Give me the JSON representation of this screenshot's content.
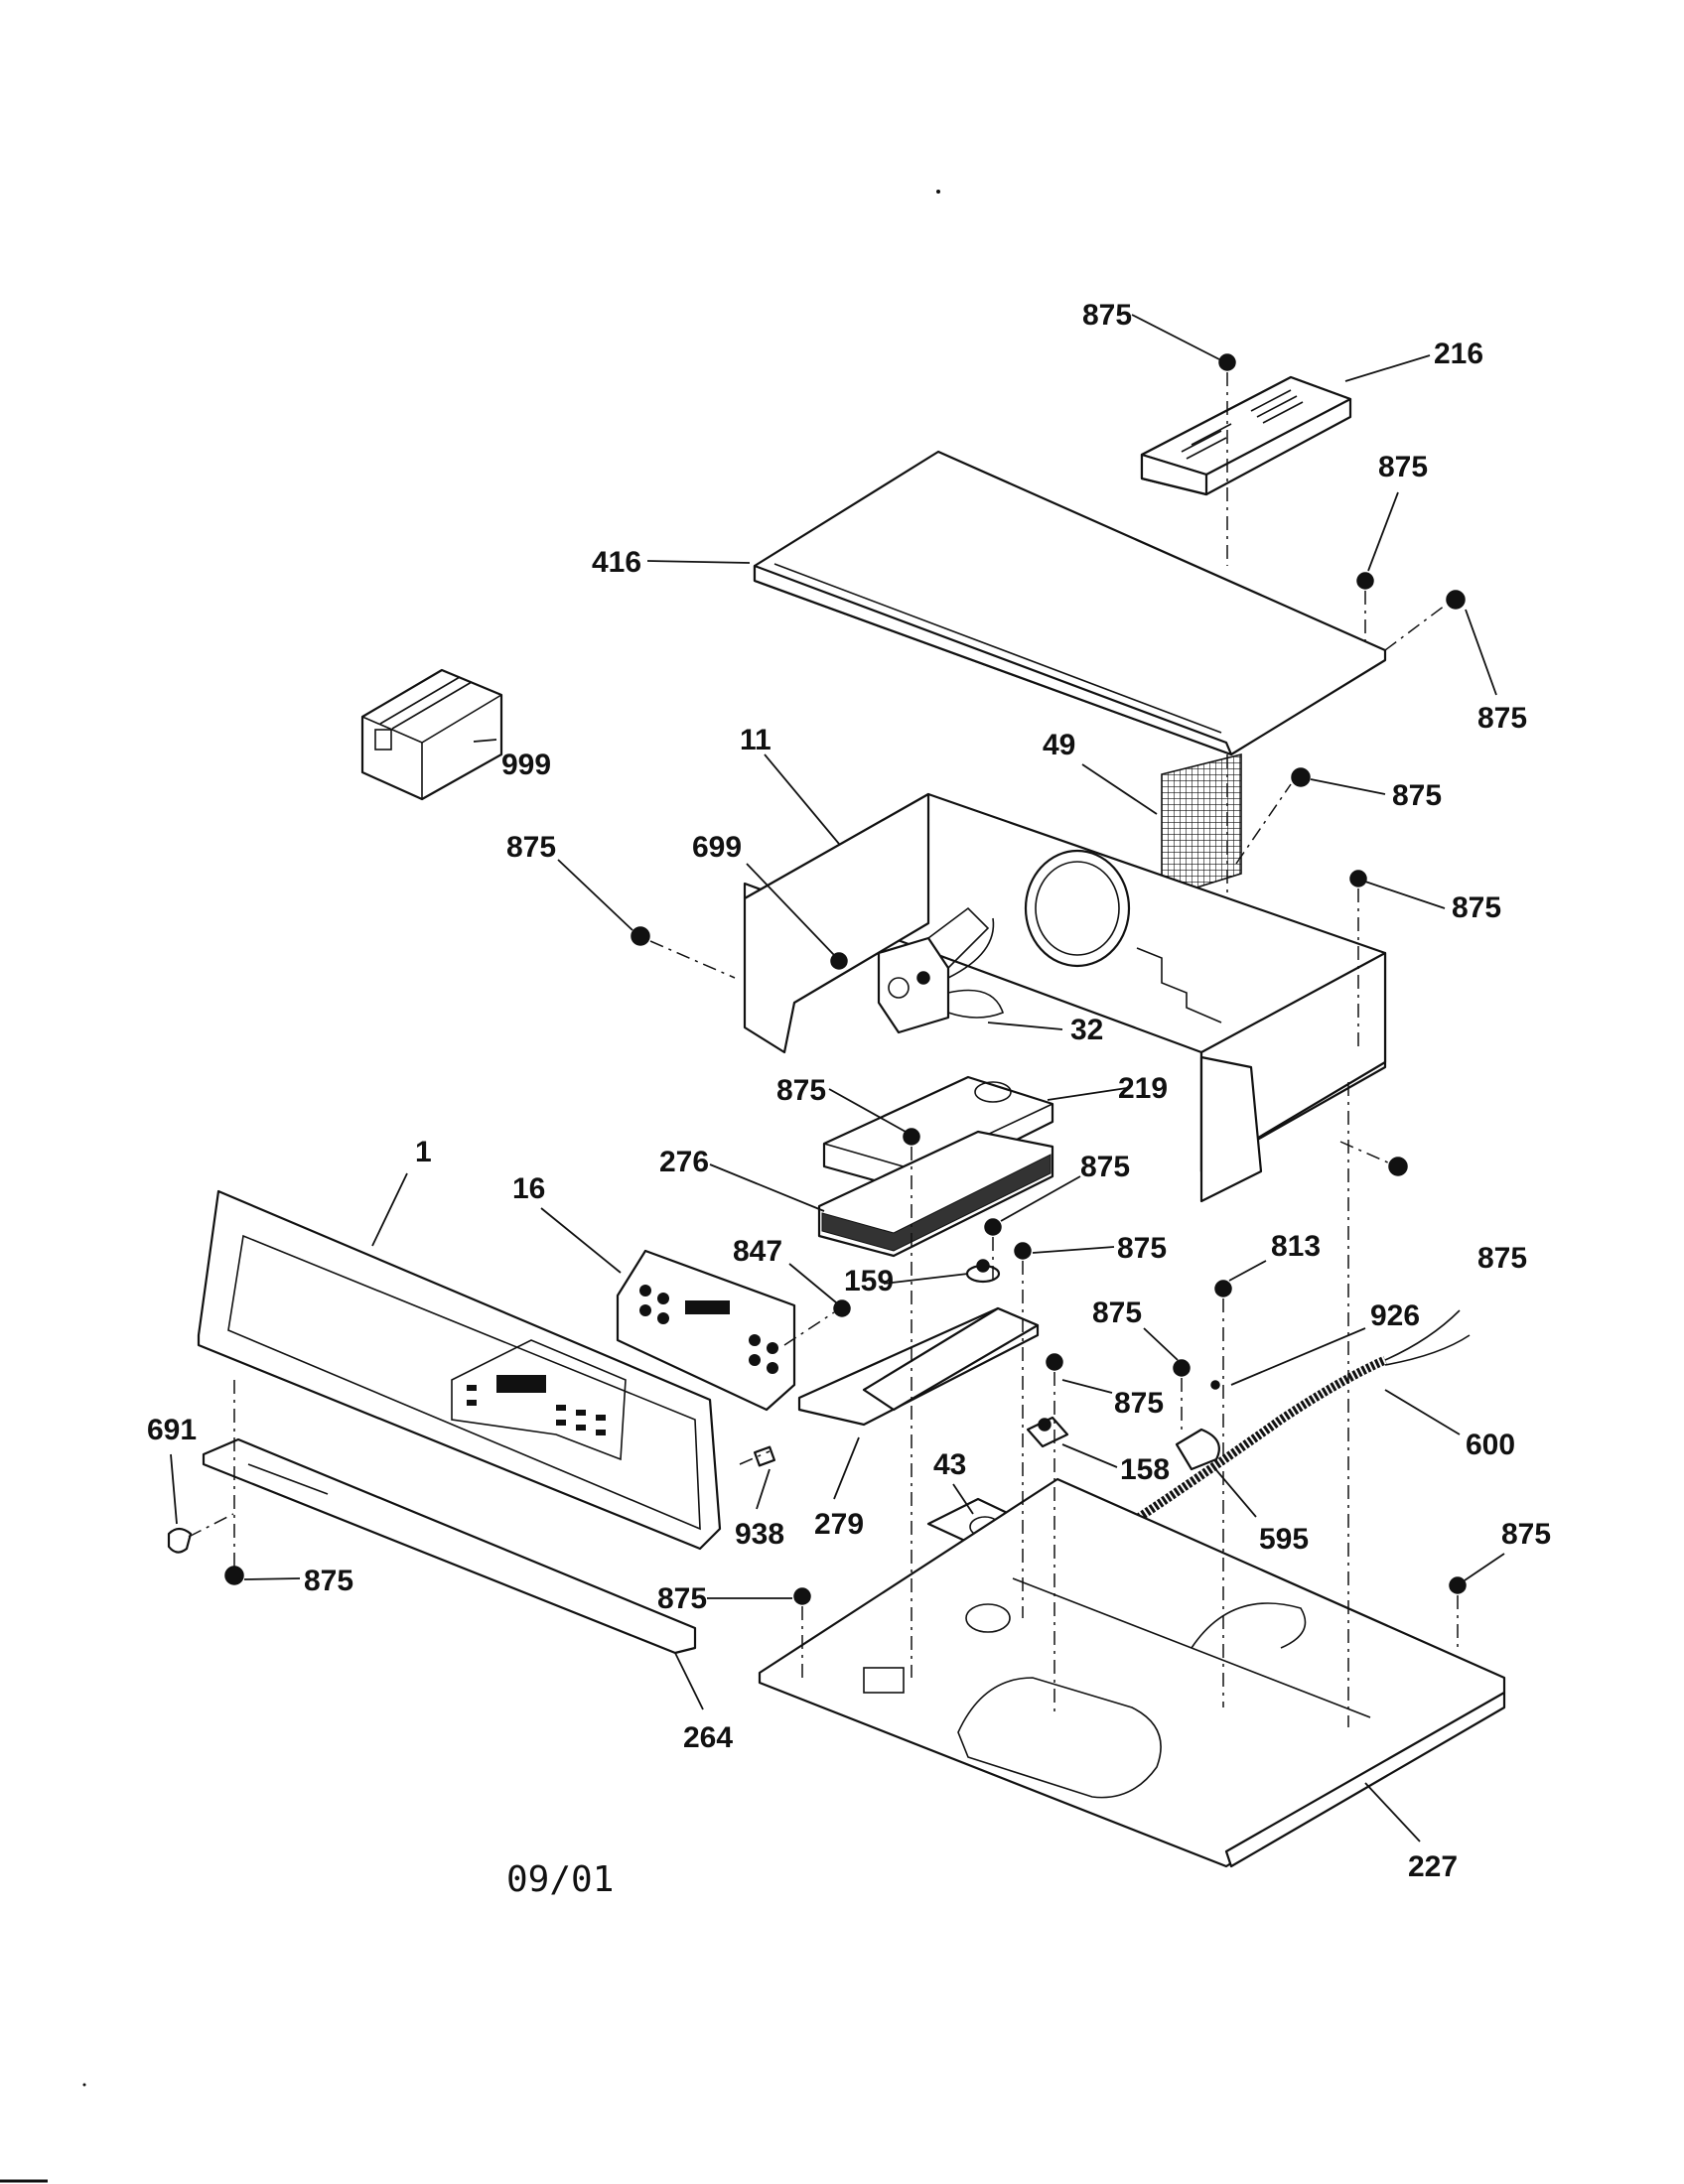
{
  "figure": {
    "date_code": "09/01"
  },
  "callouts": {
    "c875_top": "875",
    "c216": "216",
    "c875_r1": "875",
    "c416": "416",
    "c875_r2": "875",
    "c999": "999",
    "c11": "11",
    "c49": "49",
    "c875_r3": "875",
    "c875_l1": "875",
    "c699": "699",
    "c875_r4": "875",
    "c32": "32",
    "c875_m1": "875",
    "c219": "219",
    "c276": "276",
    "c875_m2": "875",
    "c1": "1",
    "c16": "16",
    "c847": "847",
    "c875_m3": "875",
    "c159": "159",
    "c813": "813",
    "c875_r5": "875",
    "c875_m4": "875",
    "c926": "926",
    "c875_m5": "875",
    "c600": "600",
    "c691": "691",
    "c43": "43",
    "c158": "158",
    "c595": "595",
    "c875_r6": "875",
    "c938": "938",
    "c279": "279",
    "c875_l2": "875",
    "c875_m6": "875",
    "c264": "264",
    "c227": "227"
  }
}
